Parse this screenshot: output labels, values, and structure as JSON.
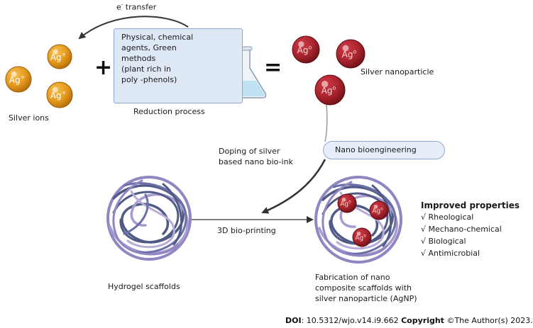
{
  "top_arrow_label": {
    "prefix": "e",
    "sup": "-",
    "suffix": " transfer"
  },
  "reduction_box_lines": [
    "Physical, chemical",
    "agents, Green",
    "methods",
    "(plant rich in",
    "poly -phenols)"
  ],
  "reduction_caption": "Reduction process",
  "plus_sign": "+",
  "equals_sign": "=",
  "silver_ions_label": "Silver ions",
  "silver_nanoparticle_label": "Silver nanoparticle",
  "ion_symbol": "Ag",
  "ion_sup": "+",
  "np_sup": "o",
  "doping_label": [
    "Doping of silver",
    "based nano bio-ink"
  ],
  "bioengineering_label": "Nano bioengineering",
  "printing_label": "3D bio-printing",
  "hydrogel_label": "Hydrogel scaffolds",
  "fabrication_label": [
    "Fabrication of nano",
    "composite scaffolds with",
    "silver nanoparticle (AgNP)"
  ],
  "properties": {
    "title": "Improved properties",
    "check": "√",
    "items": [
      "Rheological",
      "Mechano-chemical",
      "Biological",
      "Antimicrobial"
    ]
  },
  "footer": {
    "doi_key": "DOI",
    "doi_value": ": 10.5312/wjo.v14.i9.662 ",
    "copyright_key": "Copyright",
    "copyright_value": " ©The Author(s) 2023."
  },
  "colors": {
    "silver_ion": "#e3981c",
    "nanoparticle": "#a8232d",
    "scaffold_light": "#a89bd0",
    "scaffold_dark": "#505a86",
    "arrow": "#333333"
  }
}
